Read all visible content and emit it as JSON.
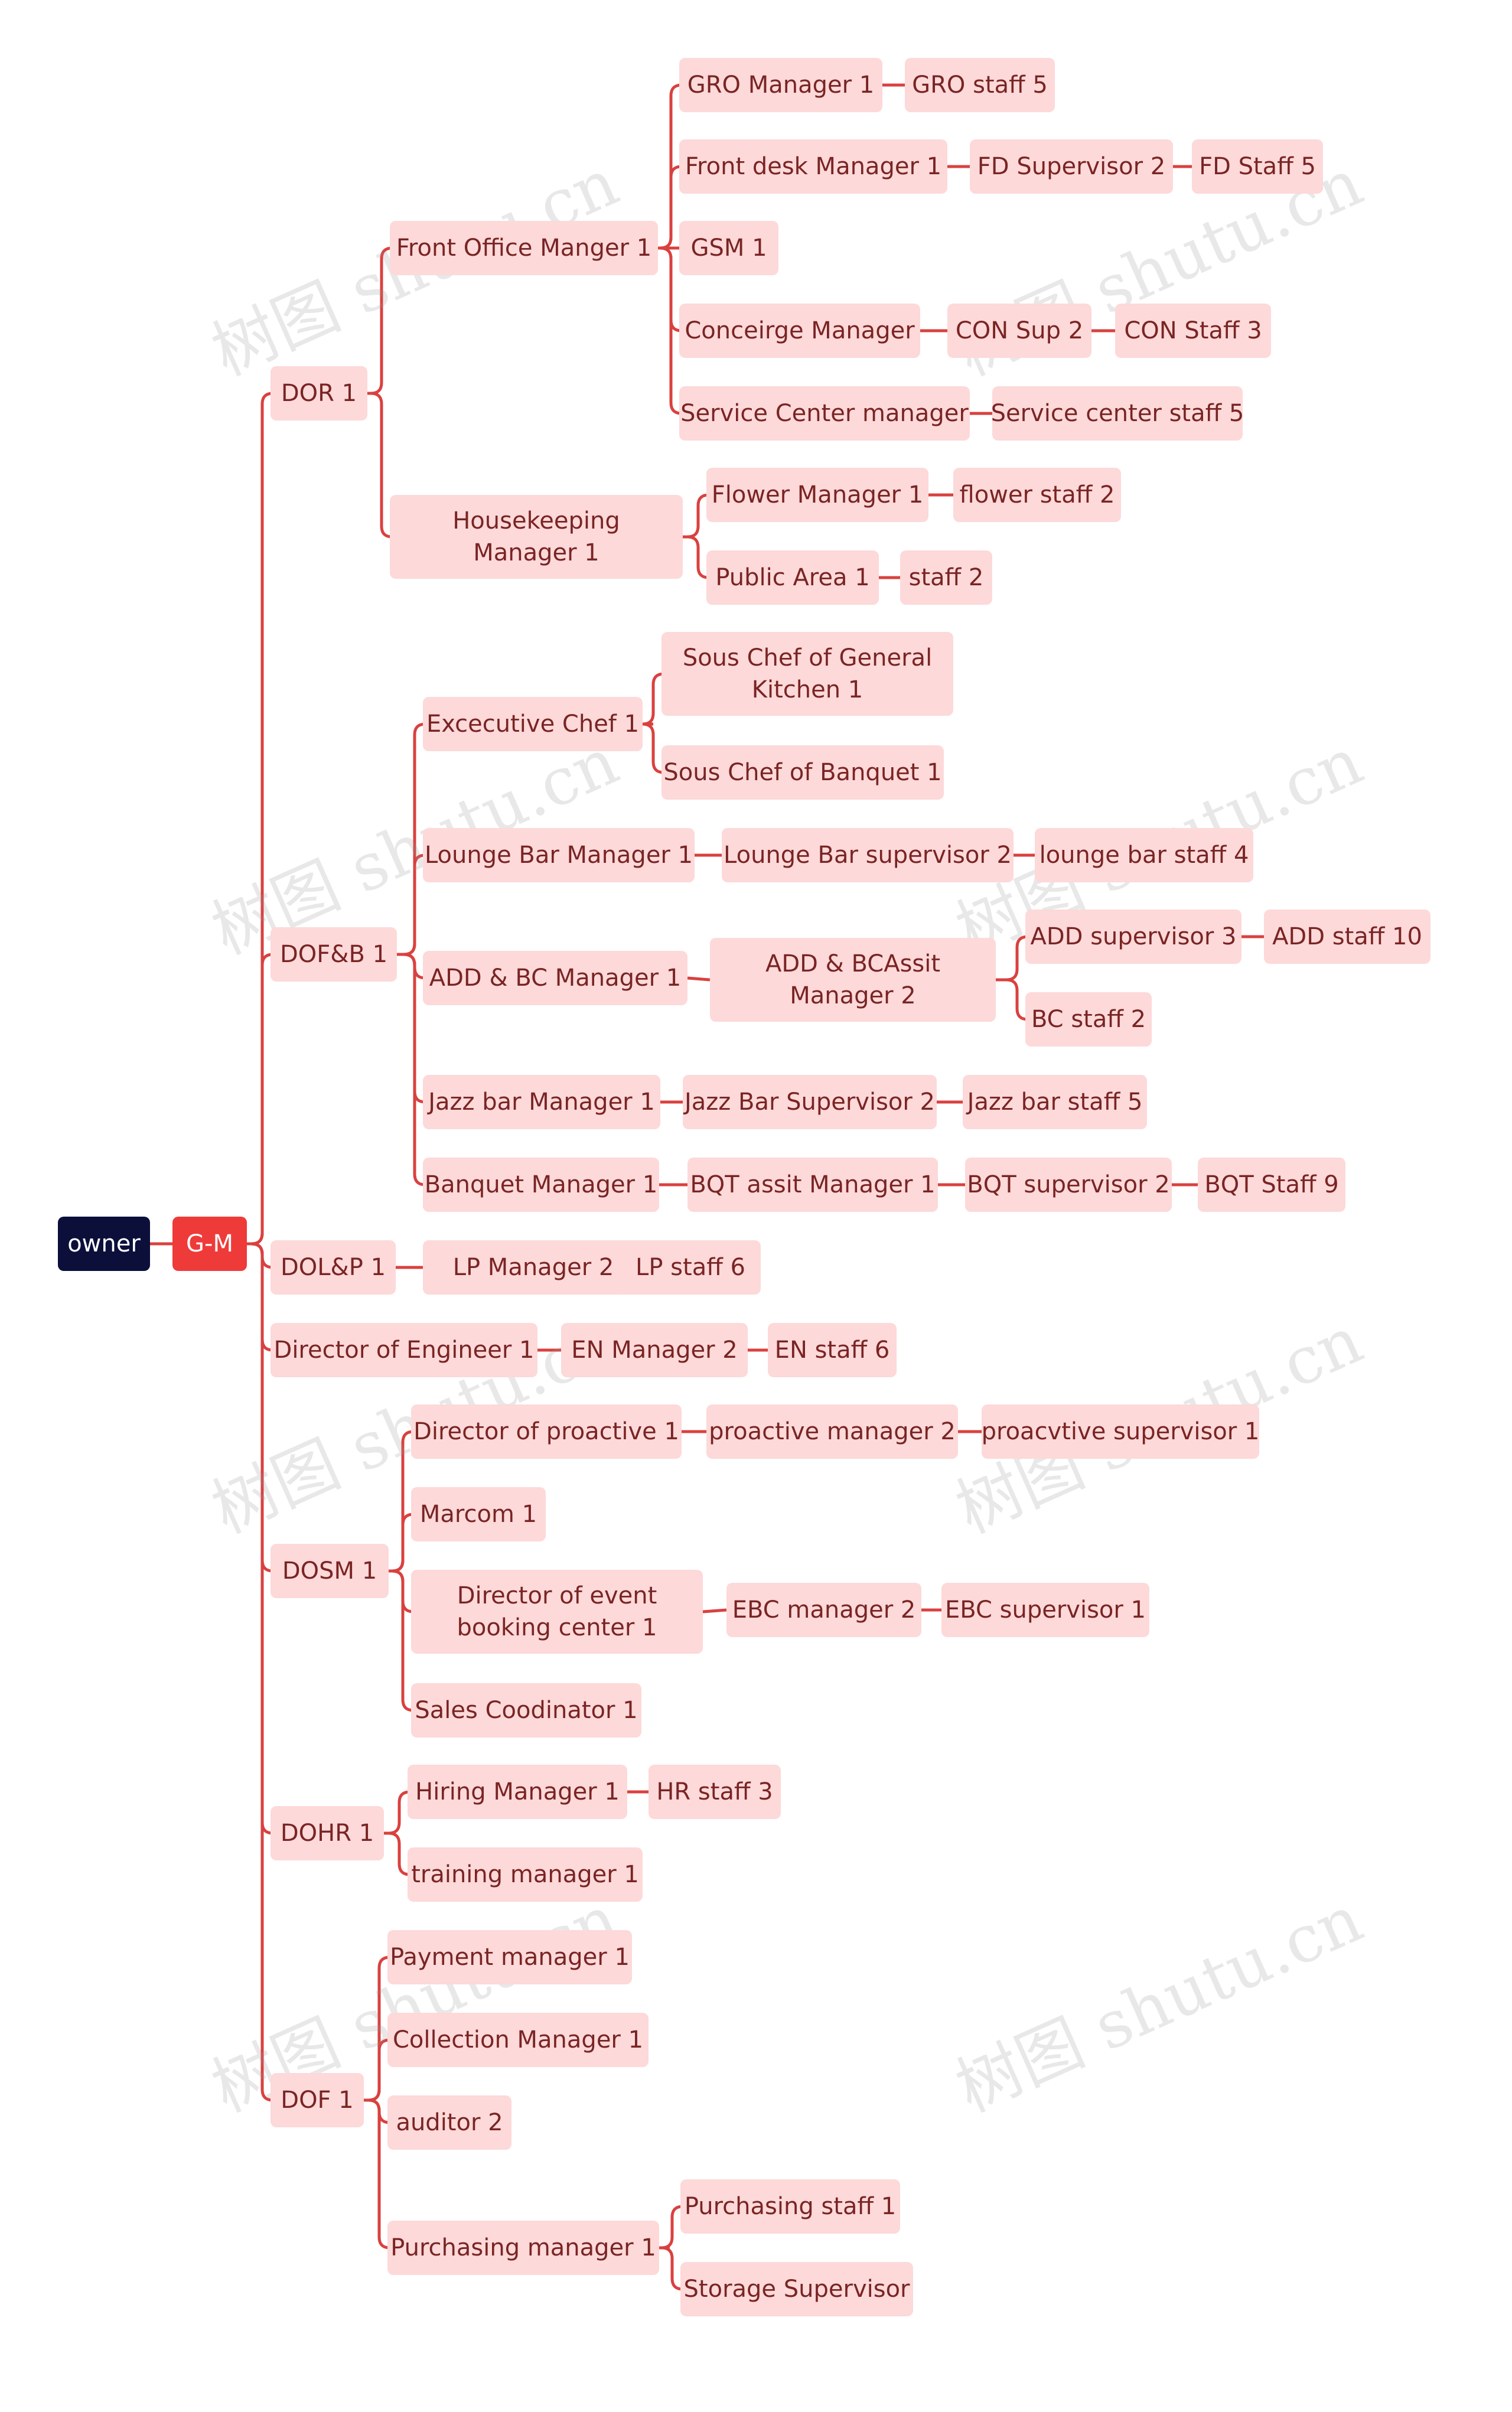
{
  "colors": {
    "node_bg": "#fdd9d9",
    "node_text": "#7a2424",
    "line": "#d9413f",
    "root_bg": "#0b0f3a",
    "gm_bg": "#ef3a3a"
  },
  "watermark": "树图 shutu.cn",
  "tree": {
    "id": "owner",
    "label": "owner",
    "children": [
      {
        "id": "gm",
        "label": "G-M",
        "children": [
          {
            "id": "dor",
            "label": "DOR 1",
            "children": [
              {
                "id": "fom",
                "label": "Front Office Manger 1",
                "children": [
                  {
                    "id": "gro-mgr",
                    "label": "GRO Manager 1",
                    "children": [
                      {
                        "id": "gro-staff",
                        "label": "GRO staff 5"
                      }
                    ]
                  },
                  {
                    "id": "fd-mgr",
                    "label": "Front desk Manager 1",
                    "children": [
                      {
                        "id": "fd-sup",
                        "label": "FD Supervisor 2",
                        "children": [
                          {
                            "id": "fd-staff",
                            "label": "FD Staff 5"
                          }
                        ]
                      }
                    ]
                  },
                  {
                    "id": "gsm",
                    "label": "GSM 1"
                  },
                  {
                    "id": "con-mgr",
                    "label": "Conceirge Manager",
                    "children": [
                      {
                        "id": "con-sup",
                        "label": "CON Sup 2",
                        "children": [
                          {
                            "id": "con-staff",
                            "label": "CON Staff 3"
                          }
                        ]
                      }
                    ]
                  },
                  {
                    "id": "sc-mgr",
                    "label": "Service Center manager",
                    "children": [
                      {
                        "id": "sc-staff",
                        "label": "Service center staff 5"
                      }
                    ]
                  }
                ]
              },
              {
                "id": "hk-mgr",
                "label": "Housekeeping Manager 1",
                "children": [
                  {
                    "id": "flower-mgr",
                    "label": "Flower Manager 1",
                    "children": [
                      {
                        "id": "flower-staff",
                        "label": "flower staff 2"
                      }
                    ]
                  },
                  {
                    "id": "public-area",
                    "label": "Public Area 1",
                    "children": [
                      {
                        "id": "pa-staff",
                        "label": "staff 2"
                      }
                    ]
                  }
                ]
              }
            ]
          },
          {
            "id": "dofb",
            "label": "DOF&B 1",
            "children": [
              {
                "id": "exec-chef",
                "label": "Excecutive Chef 1",
                "children": [
                  {
                    "id": "sous-gk",
                    "label": "Sous Chef of General Kitchen 1"
                  },
                  {
                    "id": "sous-bq",
                    "label": "Sous Chef of Banquet 1"
                  }
                ]
              },
              {
                "id": "lb-mgr",
                "label": "Lounge Bar Manager 1",
                "children": [
                  {
                    "id": "lb-sup",
                    "label": "Lounge Bar supervisor 2",
                    "children": [
                      {
                        "id": "lb-staff",
                        "label": "lounge bar staff 4"
                      }
                    ]
                  }
                ]
              },
              {
                "id": "addbc-mgr",
                "label": "ADD & BC Manager 1",
                "children": [
                  {
                    "id": "addbc-asst",
                    "label": "ADD & BCAssit Manager 2",
                    "children": [
                      {
                        "id": "add-sup",
                        "label": "ADD supervisor 3",
                        "children": [
                          {
                            "id": "add-staff",
                            "label": "ADD staff 10"
                          }
                        ]
                      },
                      {
                        "id": "bc-staff",
                        "label": "BC staff 2"
                      }
                    ]
                  }
                ]
              },
              {
                "id": "jazz-mgr",
                "label": "Jazz bar Manager 1",
                "children": [
                  {
                    "id": "jazz-sup",
                    "label": "Jazz Bar Supervisor 2",
                    "children": [
                      {
                        "id": "jazz-staff",
                        "label": "Jazz bar staff 5"
                      }
                    ]
                  }
                ]
              },
              {
                "id": "bqt-mgr",
                "label": "Banquet Manager 1",
                "children": [
                  {
                    "id": "bqt-asst",
                    "label": "BQT assit Manager 1",
                    "children": [
                      {
                        "id": "bqt-sup",
                        "label": "BQT supervisor 2",
                        "children": [
                          {
                            "id": "bqt-staff",
                            "label": "BQT Staff 9"
                          }
                        ]
                      }
                    ]
                  }
                ]
              }
            ]
          },
          {
            "id": "dolp",
            "label": "DOL&P 1",
            "children": [
              {
                "id": "lp-mgr",
                "label": "LP Manager 2",
                "children": [
                  {
                    "id": "lp-staff",
                    "label": "LP staff 6"
                  }
                ]
              }
            ]
          },
          {
            "id": "doe",
            "label": "Director of Engineer 1",
            "children": [
              {
                "id": "en-mgr",
                "label": "EN Manager 2",
                "children": [
                  {
                    "id": "en-staff",
                    "label": "EN staff 6"
                  }
                ]
              }
            ]
          },
          {
            "id": "dosm",
            "label": "DOSM 1",
            "children": [
              {
                "id": "dir-proactive",
                "label": "Director of proactive 1",
                "children": [
                  {
                    "id": "pro-mgr",
                    "label": "proactive manager 2",
                    "children": [
                      {
                        "id": "pro-sup",
                        "label": "proacvtive supervisor 1"
                      }
                    ]
                  }
                ]
              },
              {
                "id": "marcom",
                "label": "Marcom 1"
              },
              {
                "id": "dir-ebc",
                "label": "Director of event booking center 1",
                "children": [
                  {
                    "id": "ebc-mgr",
                    "label": "EBC manager 2",
                    "children": [
                      {
                        "id": "ebc-sup",
                        "label": "EBC supervisor 1"
                      }
                    ]
                  }
                ]
              },
              {
                "id": "sales-coord",
                "label": "Sales Coodinator 1"
              }
            ]
          },
          {
            "id": "dohr",
            "label": "DOHR 1",
            "children": [
              {
                "id": "hiring-mgr",
                "label": "Hiring Manager 1",
                "children": [
                  {
                    "id": "hr-staff",
                    "label": "HR staff 3"
                  }
                ]
              },
              {
                "id": "training-mgr",
                "label": "training manager 1"
              }
            ]
          },
          {
            "id": "dof",
            "label": "DOF 1",
            "children": [
              {
                "id": "payment-mgr",
                "label": "Payment manager 1"
              },
              {
                "id": "collection-mgr",
                "label": "Collection Manager 1"
              },
              {
                "id": "auditor",
                "label": "auditor 2"
              },
              {
                "id": "purchasing-mgr",
                "label": "Purchasing manager 1",
                "children": [
                  {
                    "id": "purchasing-staff",
                    "label": "Purchasing staff 1"
                  },
                  {
                    "id": "storage-sup",
                    "label": "Storage Supervisor"
                  }
                ]
              }
            ]
          }
        ]
      }
    ]
  }
}
